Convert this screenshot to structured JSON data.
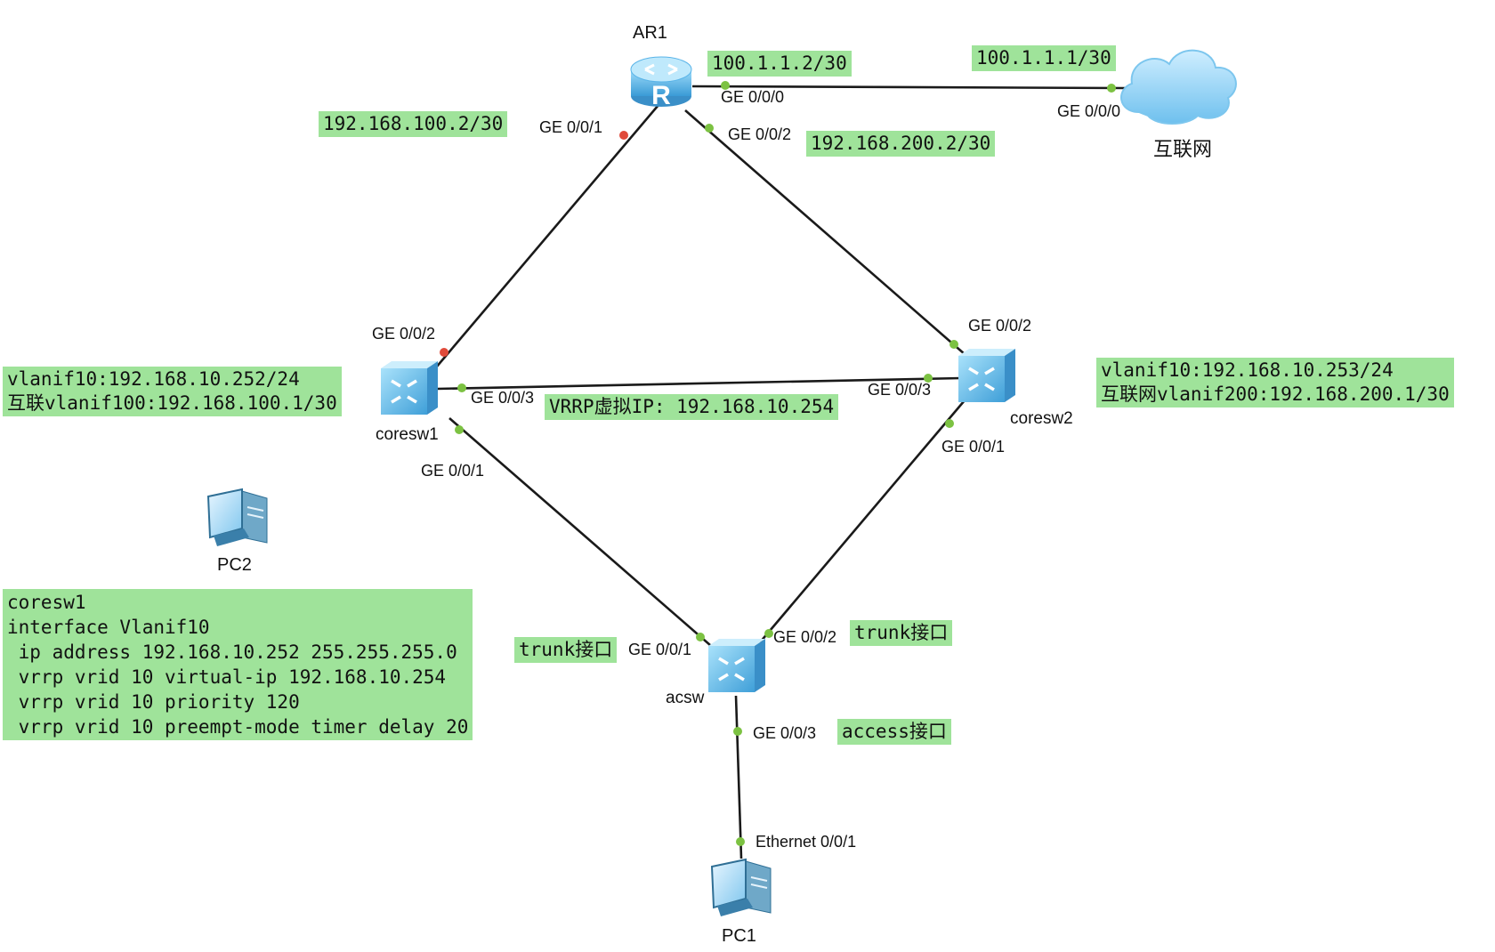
{
  "devices": {
    "ar1": "AR1",
    "internet": "互联网",
    "coresw1": "coresw1",
    "coresw2": "coresw2",
    "acsw": "acsw",
    "pc1": "PC1",
    "pc2": "PC2"
  },
  "ports": {
    "ar1_ge000": "GE 0/0/0",
    "ar1_ge001": "GE 0/0/1",
    "ar1_ge002": "GE 0/0/2",
    "internet_ge000": "GE 0/0/0",
    "coresw1_ge002": "GE 0/0/2",
    "coresw1_ge003": "GE 0/0/3",
    "coresw1_ge001": "GE 0/0/1",
    "coresw2_ge002": "GE 0/0/2",
    "coresw2_ge003": "GE 0/0/3",
    "coresw2_ge001": "GE 0/0/1",
    "acsw_ge001": "GE 0/0/1",
    "acsw_ge002": "GE 0/0/2",
    "acsw_ge003": "GE 0/0/3",
    "pc1_eth": "Ethernet 0/0/1"
  },
  "notes": {
    "ar1_public_ip": "100.1.1.2/30",
    "internet_ip": "100.1.1.1/30",
    "ar1_to_sw1_ip": "192.168.100.2/30",
    "ar1_to_sw2_ip": "192.168.200.2/30",
    "coresw1_vlanif": "vlanif10:192.168.10.252/24\n互联vlanif100:192.168.100.1/30",
    "coresw2_vlanif": "vlanif10:192.168.10.253/24\n互联网vlanif200:192.168.200.1/30",
    "vrrp_vip": "VRRP虚拟IP: 192.168.10.254",
    "config": "coresw1\ninterface Vlanif10\n ip address 192.168.10.252 255.255.255.0\n vrrp vrid 10 virtual-ip 192.168.10.254\n vrrp vrid 10 priority 120\n vrrp vrid 10 preempt-mode timer delay 20",
    "trunk_left": "trunk接口",
    "trunk_right": "trunk接口",
    "access": "access接口"
  },
  "colors": {
    "note_bg": "#9fe39a",
    "link": "#1a1a1a",
    "port_up": "#7cc242",
    "port_down": "#e04a3a",
    "device_blue": "#5ab4e8"
  }
}
